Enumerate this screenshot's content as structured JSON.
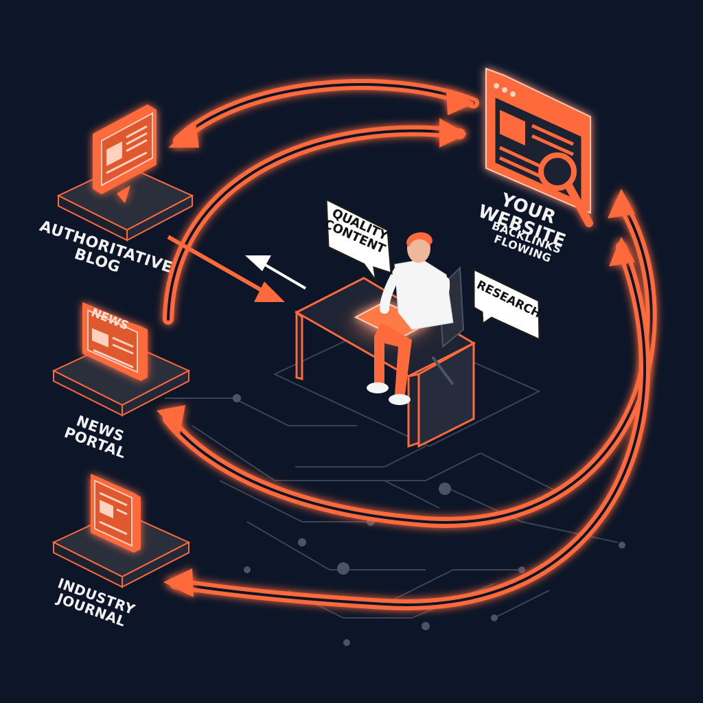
{
  "colors": {
    "background": "#0d1628",
    "accent": "#ff6a3d",
    "glow": "#ff8a5c",
    "platform": "#2a2f3b",
    "line": "#3b4455"
  },
  "nodes": {
    "blog": {
      "label": "AUTHORITATIVE\nBLOG",
      "icon": "blog-post-icon"
    },
    "news": {
      "label": "NEWS PORTAL",
      "icon": "newspaper-icon",
      "icon_text": "NEWS"
    },
    "journal": {
      "label": "INDUSTRY JOURNAL",
      "icon": "journal-icon"
    },
    "website": {
      "label": "YOUR WEBSITE",
      "sublabel": "BACKLINKS FLOWING",
      "icon": "browser-search-icon"
    }
  },
  "center": {
    "figure": "person-at-desk",
    "bubbles": {
      "quality": "QUALITY\nCONTENT",
      "research": "RESEARCH"
    }
  }
}
